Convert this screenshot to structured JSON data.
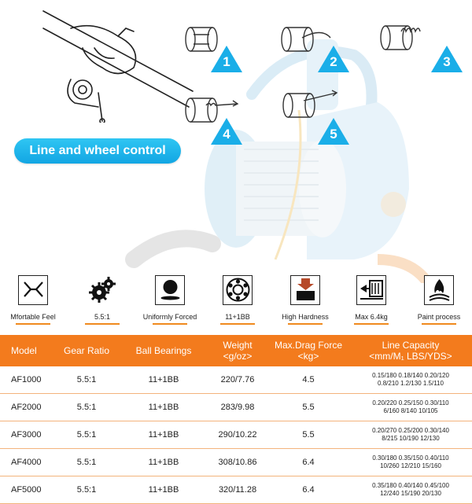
{
  "banner": {
    "button_label": "Line and wheel control",
    "steps": [
      "1",
      "2",
      "3",
      "4",
      "5"
    ]
  },
  "features": [
    {
      "icon": "sliders-icon",
      "label": "Mfortable Feel"
    },
    {
      "icon": "gears-icon",
      "label": "5.5:1"
    },
    {
      "icon": "ball-icon",
      "label": "Uniformly Forced"
    },
    {
      "icon": "bearing-icon",
      "label": "11+1BB"
    },
    {
      "icon": "anvil-icon",
      "label": "High Hardness"
    },
    {
      "icon": "drag-winch-icon",
      "label": "Max 6.4kg"
    },
    {
      "icon": "flame-icon",
      "label": "Paint process"
    }
  ],
  "table": {
    "headers": {
      "model": "Model",
      "gear_ratio": "Gear Ratio",
      "ball_bearings": "Ball Bearings",
      "weight": "Weight",
      "weight_unit": "<g/oz>",
      "drag": "Max.Drag Force",
      "drag_unit": "<kg>",
      "capacity": "Line Capacity",
      "capacity_unit": "<mm/M₁ LBS/YDS>"
    },
    "rows": [
      {
        "model": "AF1000",
        "gear": "5.5:1",
        "bearings": "11+1BB",
        "weight": "220/7.76",
        "drag": "4.5",
        "cap1": "0.15/180 0.18/140 0.20/120",
        "cap2": "0.8/210 1.2/130 1.5/110"
      },
      {
        "model": "AF2000",
        "gear": "5.5:1",
        "bearings": "11+1BB",
        "weight": "283/9.98",
        "drag": "5.5",
        "cap1": "0.20/220 0.25/150 0.30/110",
        "cap2": "6/160 8/140 10/105"
      },
      {
        "model": "AF3000",
        "gear": "5.5:1",
        "bearings": "11+1BB",
        "weight": "290/10.22",
        "drag": "5.5",
        "cap1": "0.20/270 0.25/200 0.30/140",
        "cap2": "8/215 10/190 12/130"
      },
      {
        "model": "AF4000",
        "gear": "5.5:1",
        "bearings": "11+1BB",
        "weight": "308/10.86",
        "drag": "6.4",
        "cap1": "0.30/180 0.35/150 0.40/110",
        "cap2": "10/260 12/210 15/160"
      },
      {
        "model": "AF5000",
        "gear": "5.5:1",
        "bearings": "11+1BB",
        "weight": "320/11.28",
        "drag": "6.4",
        "cap1": "0.35/180 0.40/140 0.45/100",
        "cap2": "12/240 15/190 20/130"
      }
    ]
  },
  "colors": {
    "accent_orange": "#f37b1d",
    "accent_blue": "#1aaee8",
    "reel_ghost": "#cfe6f3"
  }
}
